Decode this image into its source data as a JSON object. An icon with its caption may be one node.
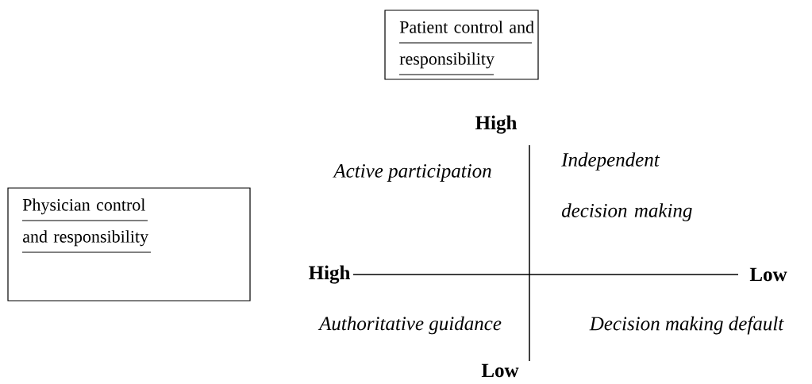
{
  "diagram": {
    "nodes": [
      {
        "text": [
          "Patient control and responsibility"
        ]
      },
      {
        "text": [
          "Physician control and responsibility"
        ]
      }
    ],
    "labels": [
      "High",
      "Active participation",
      "Independent decision making",
      "High",
      "Low",
      "Authoritative guidance",
      "Decision making default",
      "Low"
    ]
  }
}
